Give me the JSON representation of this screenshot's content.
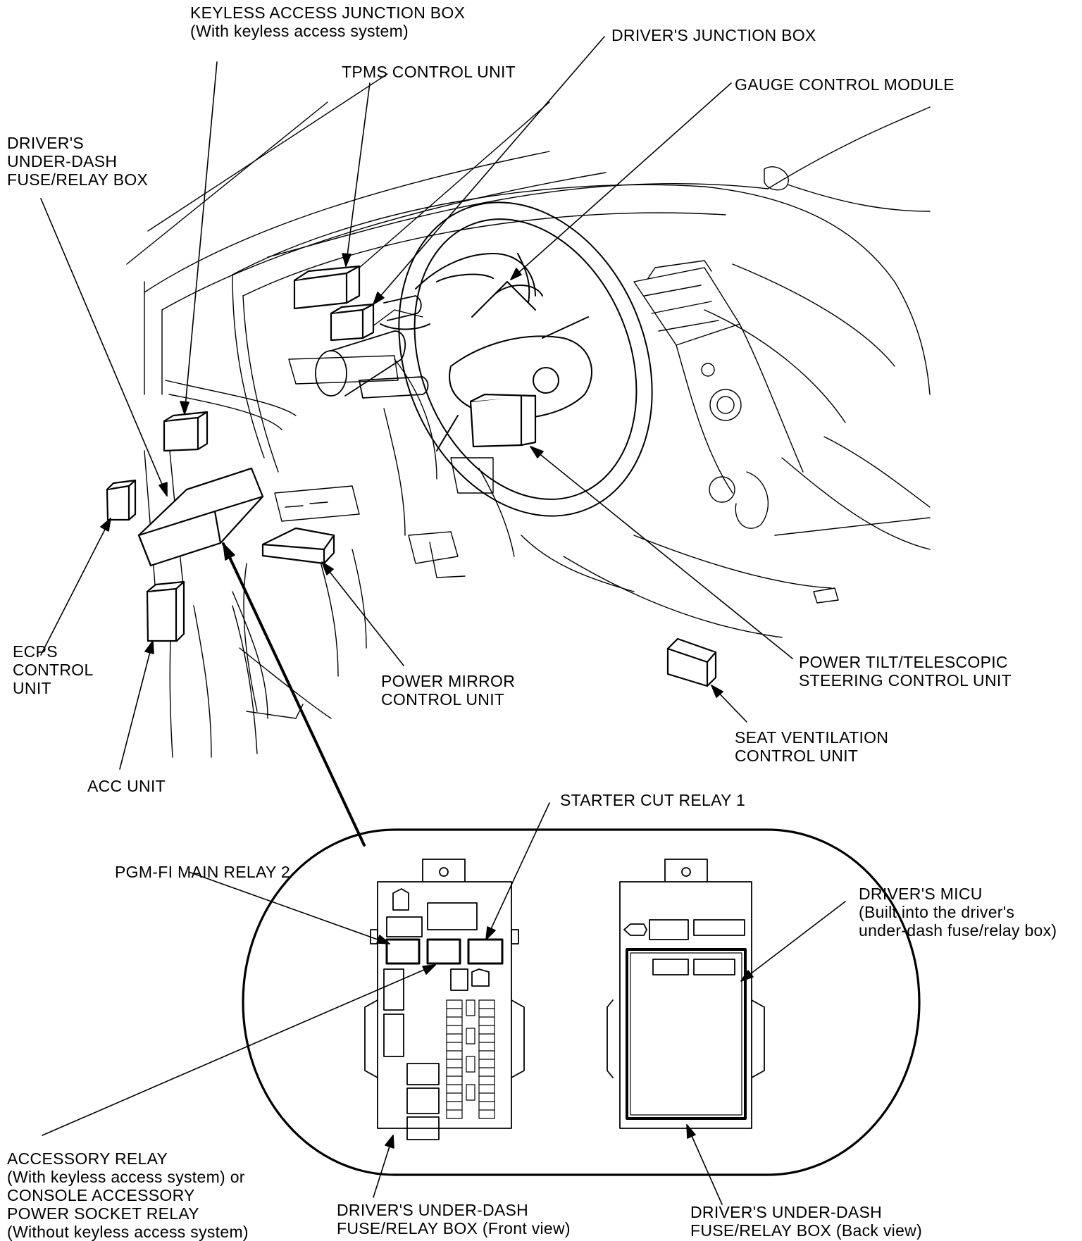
{
  "labels": {
    "keyless_junction": [
      "KEYLESS ACCESS JUNCTION BOX",
      "(With keyless access system)"
    ],
    "drivers_junction": [
      "DRIVER'S JUNCTION BOX"
    ],
    "tpms": [
      "TPMS CONTROL UNIT"
    ],
    "gauge": [
      "GAUGE CONTROL MODULE"
    ],
    "under_dash_fuse": [
      "DRIVER'S",
      "UNDER-DASH",
      "FUSE/RELAY BOX"
    ],
    "ecps": [
      "ECPS",
      "CONTROL",
      "UNIT"
    ],
    "power_mirror": [
      "POWER MIRROR",
      "CONTROL UNIT"
    ],
    "power_tilt": [
      "POWER TILT/TELESCOPIC",
      "STEERING CONTROL UNIT"
    ],
    "seat_vent": [
      "SEAT VENTILATION",
      "CONTROL UNIT"
    ],
    "acc_unit": [
      "ACC UNIT"
    ],
    "starter_cut": [
      "STARTER CUT RELAY 1"
    ],
    "pgm_fi": [
      "PGM-FI MAIN RELAY 2"
    ],
    "micu": [
      "DRIVER'S MICU",
      "(Built into the driver's",
      "under-dash fuse/relay box)"
    ],
    "accessory_relay": [
      "ACCESSORY RELAY",
      "(With keyless access system) or",
      "CONSOLE ACCESSORY",
      "POWER SOCKET RELAY",
      "(Without keyless access system)"
    ],
    "front_view": [
      "DRIVER'S UNDER-DASH",
      "FUSE/RELAY BOX (Front view)"
    ],
    "back_view": [
      "DRIVER'S UNDER-DASH",
      "FUSE/RELAY BOX (Back view)"
    ]
  }
}
